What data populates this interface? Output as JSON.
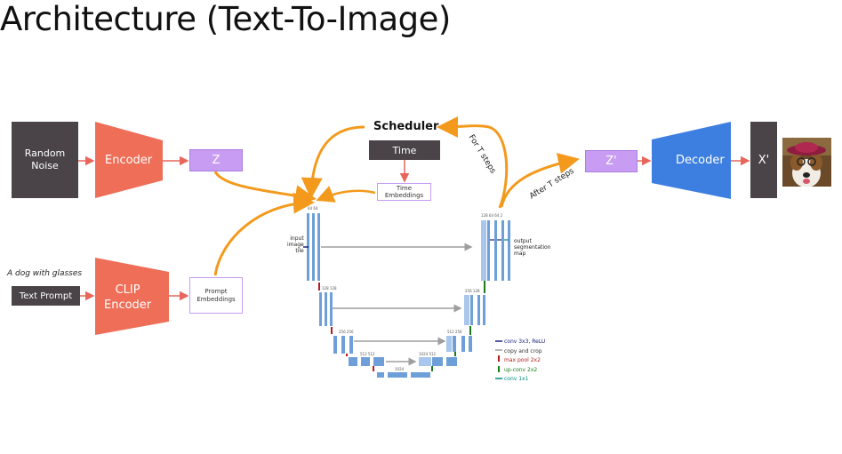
{
  "title": "Architecture (Text-To-Image)",
  "nodes": {
    "random_noise": "Random\nNoise",
    "encoder": "Encoder",
    "z": "Z",
    "scheduler": "Scheduler",
    "time": "Time",
    "time_embeddings": "Time\nEmbeddings",
    "z_prime": "Z'",
    "decoder": "Decoder",
    "x_prime": "X'",
    "prompt_text": "A dog with glasses",
    "text_prompt": "Text Prompt",
    "clip_encoder": "CLIP\nEncoder",
    "prompt_embeddings": "Prompt\nEmbeddings"
  },
  "edge_labels": {
    "for_t_steps": "For T steps",
    "after_t_steps": "After T steps"
  },
  "unet": {
    "input_label": "input\nimage\ntile",
    "output_label": "output\nsegmentation\nmap",
    "channels_top_left": [
      "64",
      "64"
    ],
    "channels_top_right": [
      "128",
      "64",
      "64",
      "2"
    ],
    "channels_l2": [
      "128",
      "128"
    ],
    "channels_r2": [
      "256",
      "128"
    ],
    "channels_l3": [
      "256",
      "256"
    ],
    "channels_r3": [
      "512",
      "256"
    ],
    "channels_l4": [
      "512",
      "512"
    ],
    "channels_r4": [
      "1024",
      "512"
    ],
    "channels_bottom": [
      "1024"
    ],
    "legend": [
      {
        "label": "conv 3x3, ReLU",
        "color": "#1a237e"
      },
      {
        "label": "copy and crop",
        "color": "#9e9e9e"
      },
      {
        "label": "max pool 2x2",
        "color": "#b71c1c"
      },
      {
        "label": "up-conv 2x2",
        "color": "#1b7a1b"
      },
      {
        "label": "conv 1x1",
        "color": "#00897b"
      }
    ]
  },
  "colors": {
    "encoder": "#ee6e57",
    "decoder": "#3d7fe0",
    "dark_box": "#4a4448",
    "latent": "#c79cf2",
    "orange_arrow": "#f39a1d",
    "red_arrow": "#e8665a"
  }
}
